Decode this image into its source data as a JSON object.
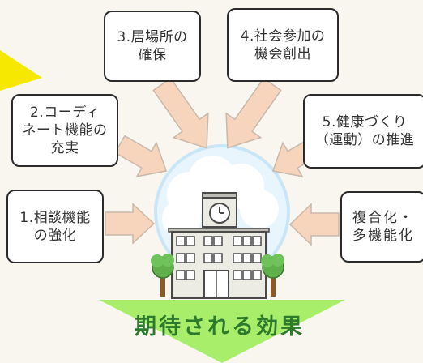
{
  "boxes": {
    "soudan": "1.相談機能\nの強化",
    "coordinate": "2.コーディ\nネート機能の\n充実",
    "ibasho": "3.居場所の\n確保",
    "shakai": "4.社会参加の\n機会創出",
    "kenko": "5.健康づくり\n（運動）の推進",
    "fukugo": "複合化・\n多機能化"
  },
  "effect_label": "期待される効果",
  "colors": {
    "background": "#f8f6ee",
    "arrow_fill": "#f7d5bc",
    "arrow_stroke": "#c9b8ab",
    "effect_arrow": "#a9ee6a",
    "effect_text": "#2d7a2d",
    "yellow_arrow": "#f6e800",
    "box_border": "#2b2b2b"
  },
  "icons": {
    "center": "school-building-icon",
    "trees": "tree-icon"
  }
}
